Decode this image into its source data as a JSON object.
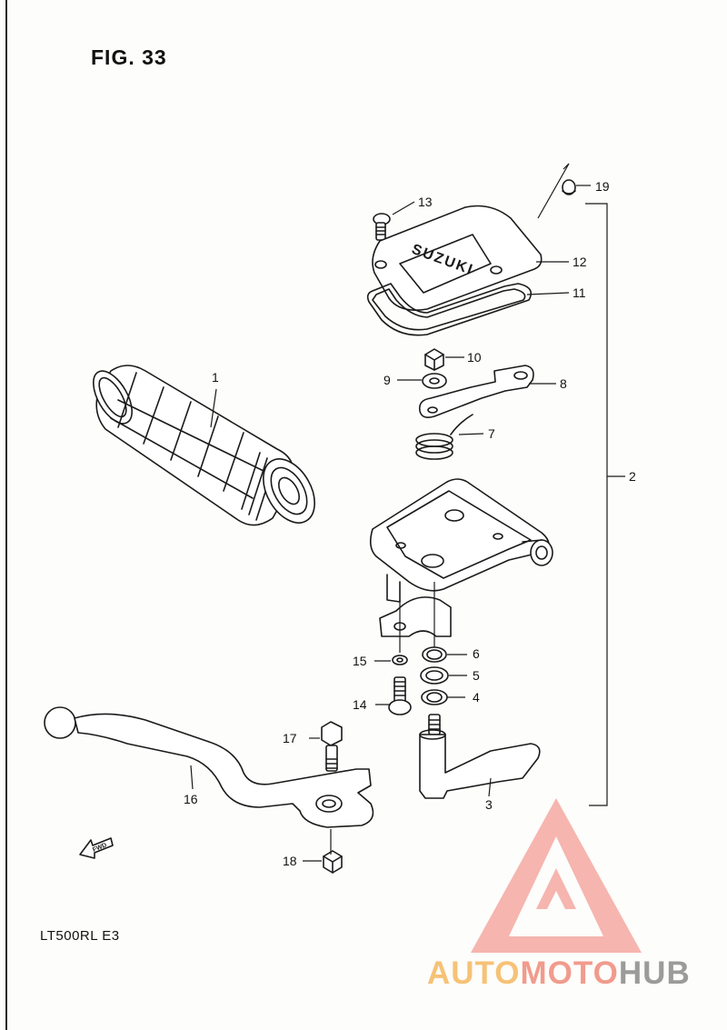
{
  "figure": {
    "title": "FIG. 33",
    "model": "LT500RL  E3"
  },
  "callouts": [
    {
      "id": "1",
      "label": "1"
    },
    {
      "id": "2",
      "label": "2"
    },
    {
      "id": "3",
      "label": "3"
    },
    {
      "id": "4",
      "label": "4"
    },
    {
      "id": "5",
      "label": "5"
    },
    {
      "id": "6",
      "label": "6"
    },
    {
      "id": "7",
      "label": "7"
    },
    {
      "id": "8",
      "label": "8"
    },
    {
      "id": "9",
      "label": "9"
    },
    {
      "id": "10",
      "label": "10"
    },
    {
      "id": "11",
      "label": "11"
    },
    {
      "id": "12",
      "label": "12"
    },
    {
      "id": "13",
      "label": "13"
    },
    {
      "id": "14",
      "label": "14"
    },
    {
      "id": "15",
      "label": "15"
    },
    {
      "id": "16",
      "label": "16"
    },
    {
      "id": "17",
      "label": "17"
    },
    {
      "id": "18",
      "label": "18"
    },
    {
      "id": "19",
      "label": "19"
    }
  ],
  "cover_text": "SUZUKI",
  "direction_arrow": "FWD",
  "watermark": {
    "part1": "AUTO",
    "part2": "MOTO",
    "part3": "HUB",
    "colors": {
      "auto": "#f5b860",
      "moto": "#f08a7a",
      "hub": "#8a8a8a",
      "logo": "#f28c84"
    }
  }
}
